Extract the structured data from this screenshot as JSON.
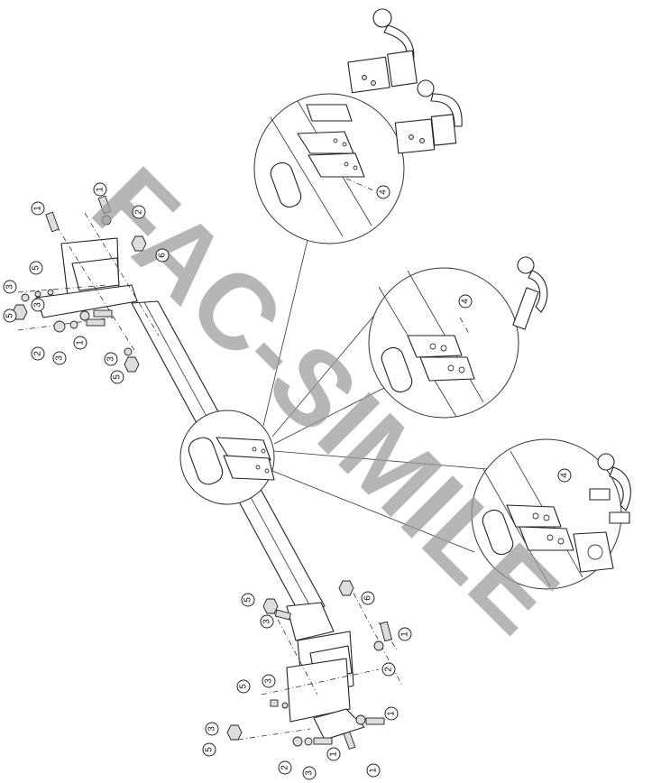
{
  "watermark": "FAC-SIMILE",
  "callouts": [
    {
      "id": "c1",
      "label": "1"
    },
    {
      "id": "c2",
      "label": "1"
    },
    {
      "id": "c3",
      "label": "2"
    },
    {
      "id": "c4",
      "label": "6"
    },
    {
      "id": "c5",
      "label": "5"
    },
    {
      "id": "c6",
      "label": "3"
    },
    {
      "id": "c7",
      "label": "5"
    },
    {
      "id": "c8",
      "label": "3"
    },
    {
      "id": "c9",
      "label": "2"
    },
    {
      "id": "c10",
      "label": "3"
    },
    {
      "id": "c11",
      "label": "1"
    },
    {
      "id": "c12",
      "label": "3"
    },
    {
      "id": "c13",
      "label": "5"
    },
    {
      "id": "c14",
      "label": "4"
    },
    {
      "id": "c15",
      "label": "4"
    },
    {
      "id": "c16",
      "label": "4"
    },
    {
      "id": "c17",
      "label": "5"
    },
    {
      "id": "c18",
      "label": "6"
    },
    {
      "id": "c19",
      "label": "3"
    },
    {
      "id": "c20",
      "label": "1"
    },
    {
      "id": "c21",
      "label": "2"
    },
    {
      "id": "c22",
      "label": "5"
    },
    {
      "id": "c23",
      "label": "3"
    },
    {
      "id": "c24",
      "label": "1"
    },
    {
      "id": "c25",
      "label": "3"
    },
    {
      "id": "c26",
      "label": "5"
    },
    {
      "id": "c27",
      "label": "2"
    },
    {
      "id": "c28",
      "label": "3"
    },
    {
      "id": "c29",
      "label": "1"
    },
    {
      "id": "c30",
      "label": "1"
    }
  ]
}
